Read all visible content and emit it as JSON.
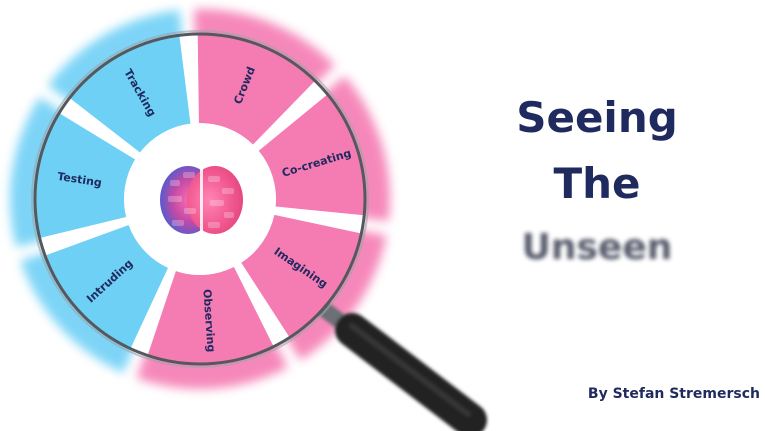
{
  "title": {
    "line1": "Seeing",
    "line2": "The",
    "line3": "Unseen"
  },
  "author": "By Stefan Stremersch",
  "wheel": {
    "segments": [
      {
        "label": "Crowd",
        "color": "#f57bb3"
      },
      {
        "label": "Co-creating",
        "color": "#f57bb3"
      },
      {
        "label": "Imagining",
        "color": "#f57bb3"
      },
      {
        "label": "Observing",
        "color": "#f57bb3"
      },
      {
        "label": "Intruding",
        "color": "#6fd0f6"
      },
      {
        "label": "Testing",
        "color": "#6fd0f6"
      },
      {
        "label": "Tracking",
        "color": "#6fd0f6"
      }
    ],
    "center_icon": "brain-icon",
    "label_color": "#1f2a5e"
  },
  "magnifier": {
    "icon": "magnifying-glass-icon",
    "handle_color": "#2a2a2a",
    "rim_color": "#55595e"
  },
  "colors": {
    "pink": "#f57bb3",
    "blue": "#6fd0f6",
    "navy": "#1f2a5e"
  }
}
